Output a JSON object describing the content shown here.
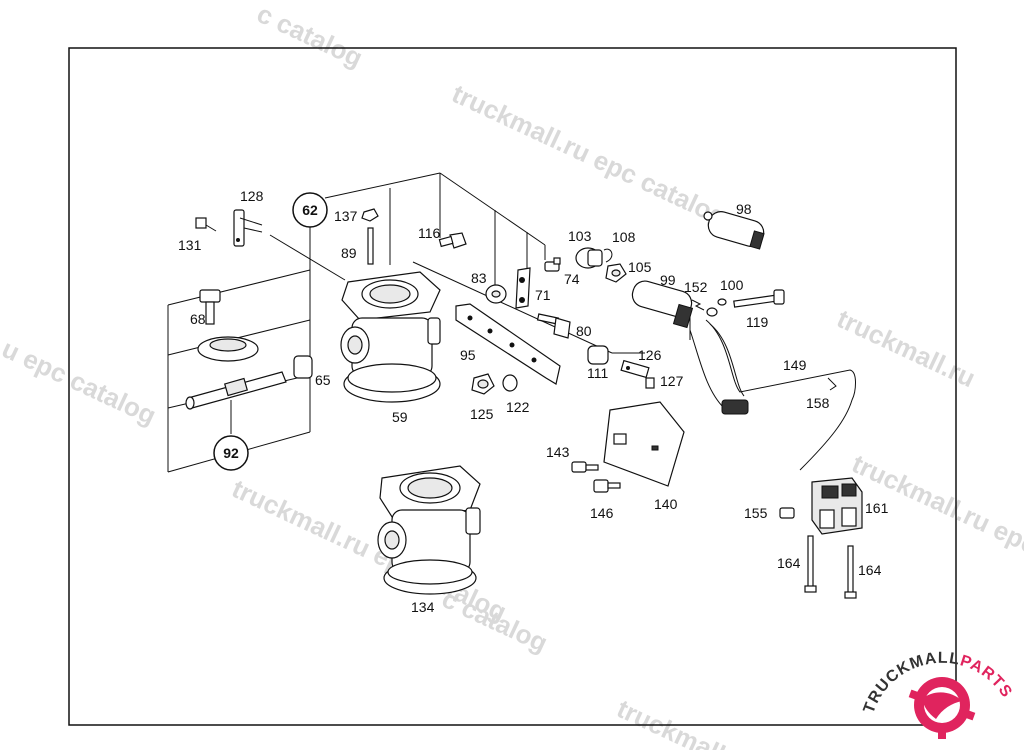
{
  "watermarks": [
    "c catalog",
    "truckmall.ru epc catalog",
    "truckmall.ru",
    "u epc catalog",
    "truckmall.ru epc catalog",
    "truckmall.ru epc catalog",
    "c catalog",
    "truckmall.ru"
  ],
  "logo": {
    "text": "TRUCKMALLPARTS",
    "brand_part1": "TRUCKMALL",
    "brand_part2": "PARTS",
    "colors": {
      "dark": "#333333",
      "accent": "#e0245e"
    }
  },
  "callouts": {
    "c62": "62",
    "c92": "92"
  },
  "labels": {
    "p128": "128",
    "p131": "131",
    "p137": "137",
    "p89": "89",
    "p116": "116",
    "p83": "83",
    "p71": "71",
    "p74": "74",
    "p103": "103",
    "p108": "108",
    "p105": "105",
    "p99": "99",
    "p98": "98",
    "p152": "152",
    "p100": "100",
    "p119": "119",
    "p80": "80",
    "p95": "95",
    "p126": "126",
    "p111": "111",
    "p127": "127",
    "p149": "149",
    "p158": "158",
    "p68": "68",
    "p65": "65",
    "p59": "59",
    "p125": "125",
    "p122": "122",
    "p143": "143",
    "p146": "146",
    "p140": "140",
    "p155": "155",
    "p161": "161",
    "p164a": "164",
    "p164b": "164",
    "p134": "134"
  }
}
